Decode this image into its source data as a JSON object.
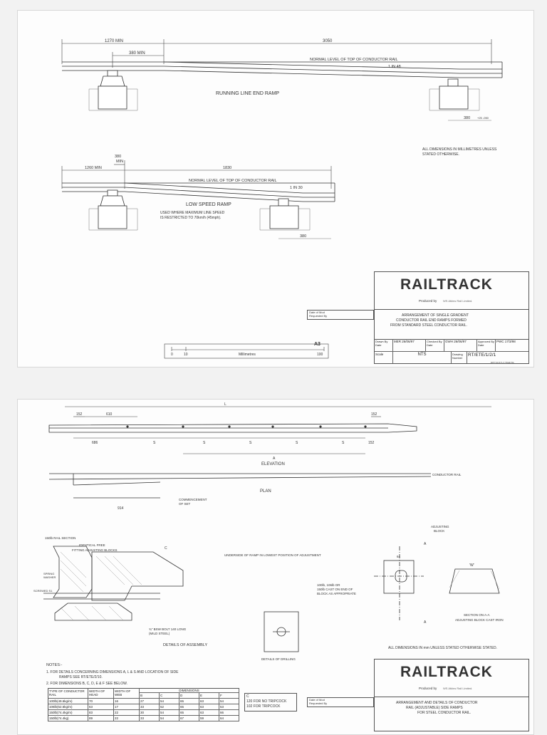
{
  "sheet1": {
    "top_dims": {
      "d1270": "1270 MIN",
      "d380": "380 MIN",
      "d3050": "3050"
    },
    "running_ramp": {
      "normal_level": "NORMAL LEVEL OF TOP OF CONDUCTOR RAIL",
      "gradient": "1 IN 48",
      "title": "RUNNING LINE END RAMP",
      "dim380": "380",
      "dim_tol": "+25 -050"
    },
    "low_ramp": {
      "d380": "380",
      "dmin": "MIN",
      "d1260": "1260 MIN",
      "d1830": "1830",
      "normal_level": "NORMAL LEVEL OF TOP OF CONDUCTOR RAIL",
      "gradient": "1 IN 30",
      "title": "LOW SPEED RAMP",
      "note_line1": "USED WHERE MAXIMUM LINE SPEED",
      "note_line2": "IS RESTRICTED TO 70km/h (45mph).",
      "dim380": "380"
    },
    "dims_note_line1": "ALL DIMENSIONS IN MILLIMETRES UNLESS",
    "dims_note_line2": "STATED OTHERWISE.",
    "title_block": {
      "logo": "RAILTRACK",
      "produced_by_label": "Produced by",
      "produced_by_value": "WS Atkins Rail Limited.",
      "date_label": "Date of Mod",
      "requested_label": "Requested By",
      "title_line1": "ARRANGEMENT OF SINGLE GRADIENT",
      "title_line2": "CONDUCTOR RAIL END RAMPS FORMED",
      "title_line3": "FROM STANDARD STEEL CONDUCTOR RAIL.",
      "drawn_label": "Drawn By Date",
      "drawn_value": "MER 26/06/97",
      "checked_label": "Checked By Date",
      "checked_value": "GWH 26/06/97",
      "approved_label": "Approved By Date",
      "approved_value": "PWC 17/3/98",
      "scale_label": "Scale",
      "scale_value": "NTS",
      "drawing_label": "Drawing Number",
      "drawing_value": "RT/ETE/1/2/1"
    },
    "scale_bar": {
      "zero": "0",
      "ten": "10",
      "unit": "Millimetres",
      "end": "100",
      "size": "A3"
    },
    "ref": "RT1527-175879"
  },
  "sheet2": {
    "elevation": {
      "top152": "152",
      "d610": "610",
      "l": "L",
      "r152": "152",
      "b686": "686",
      "s1": "S",
      "s2": "S",
      "s3": "S",
      "s4": "S",
      "s5": "S",
      "b152": "152",
      "a": "A",
      "title": "ELEVATION"
    },
    "plan": {
      "conductor_rail": "CONDUCTOR RAIL",
      "d914": "914",
      "commencement_line1": "COMMENCEMENT",
      "commencement_line2": "OF SET",
      "title": "PLAN"
    },
    "assembly": {
      "section_label": "150lb RAIL SECTION",
      "identical_line1": "IDENTICAL FREE",
      "identical_line2": "FITTING ADJUSTING BLOCKS",
      "spring_line1": "SPRING",
      "spring_line2": "WASHER",
      "screwed": "SCREWED S1",
      "c": "C",
      "underside_note": "UNDERSIDE OF RAMP IN LOWEST POSITION OF ADJUSTMENT",
      "bolt_line1": "¾\" BSW BOLT 140 LONG",
      "bolt_line2": "(MILD STEEL)",
      "title": "DETAILS OF ASSEMBLY"
    },
    "block": {
      "adjusting_line1": "ADJUSTING",
      "adjusting_line2": "BLOCK",
      "cast_line1": "100lb, 106lb OR",
      "cast_line2": "150lb CAST ON END OF",
      "cast_line3": "BLOCK AS APPROPRIATE",
      "d64": "64",
      "section_title_line1": "SECTION ON A-A",
      "section_title_line2": "ADJUSTING BLOCK CAST IRON",
      "w": "'W'",
      "a1": "A",
      "a2": "A"
    },
    "drilling_title": "DETAILS OF DRILLING",
    "dims_note": "ALL DIMENSIONS IN mm UNLESS STATED OTHERWISE STATED.",
    "notes": {
      "heading": "NOTES:-",
      "n1_line1": "1.    FOR DETAILS CONCERNING DIMENSIONS A, L & S AND LOCATION OF SIDE",
      "n1_line2": "RAMPS SEE RT/ETE/2/10.",
      "n2": "2.    FOR DIMENSIONS B, C, D, E & F SEE BELOW."
    },
    "table": {
      "headers": [
        "TYPE OF CONDUCTOR RAIL",
        "WIDTH OF HEAD",
        "WIDTH OF WEB",
        "B",
        "C",
        "D",
        "E",
        "F"
      ],
      "dimensions_label": "DIMENSIONS",
      "rows": [
        [
          "100lb(49.6kg/m)",
          "70",
          "16",
          "27",
          "54",
          "65",
          "63",
          "54"
        ],
        [
          "106lb(52.6kg/m)",
          "63",
          "17",
          "33",
          "52",
          "65",
          "63",
          "53"
        ],
        [
          "150lb(74.4kg/m)",
          "83",
          "22",
          "30",
          "54",
          "65",
          "63",
          "66"
        ],
        [
          "150lb(74.4kg)",
          "89",
          "22",
          "33",
          "54",
          "67",
          "59",
          "64"
        ]
      ]
    },
    "tripcock": {
      "c": "C",
      "l1": "120 FOR NO TRIPCOCK",
      "l2": "102 FOR TRIPCOCK"
    },
    "title_block": {
      "logo": "RAILTRACK",
      "produced_by_label": "Produced by",
      "produced_by_value": "WS Atkins Rail Limited.",
      "date_label": "Date of Mod",
      "requested_label": "Requested By",
      "title_line1": "ARRANGEMENT AND DETAILS OF CONDUCTOR",
      "title_line2": "RAIL (ADJUSTABLE) SIDE RAMPS",
      "title_line3": "FOR STEEL CONDUCTOR RAIL."
    }
  }
}
